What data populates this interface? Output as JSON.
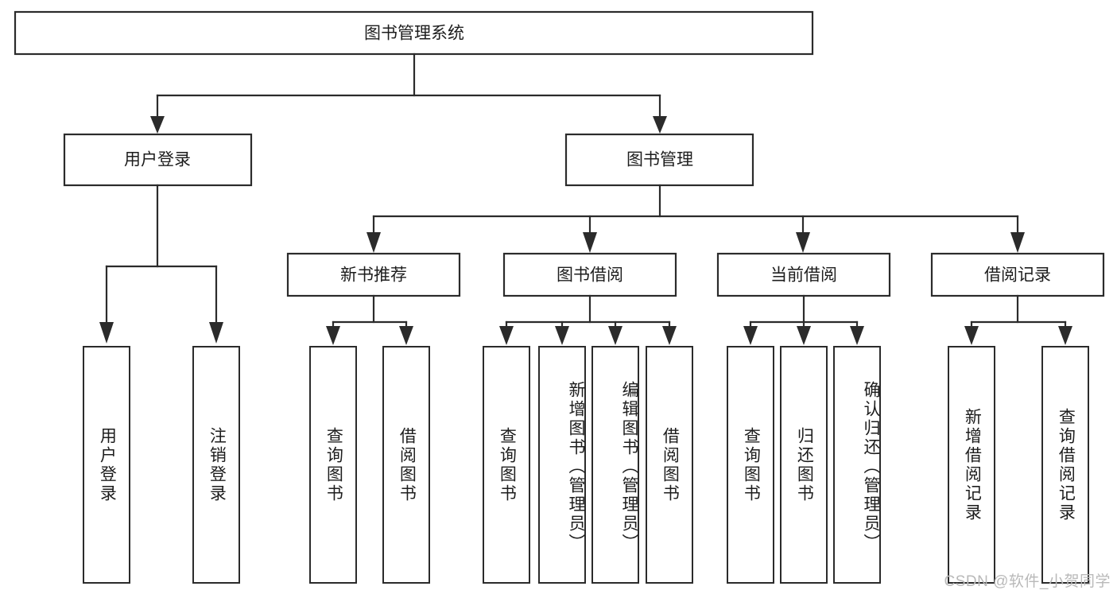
{
  "diagram": {
    "title": "图书管理系统",
    "type": "tree-hierarchy",
    "root": {
      "label": "图书管理系统"
    },
    "level2": [
      {
        "label": "用户登录"
      },
      {
        "label": "图书管理"
      }
    ],
    "level3": [
      {
        "label": "新书推荐"
      },
      {
        "label": "图书借阅"
      },
      {
        "label": "当前借阅"
      },
      {
        "label": "借阅记录"
      }
    ],
    "leaves": {
      "user_login": [
        {
          "label": "用户登录"
        },
        {
          "label": "注销登录"
        }
      ],
      "new_book_recommend": [
        {
          "label": "查询图书"
        },
        {
          "label": "借阅图书"
        }
      ],
      "book_borrow": [
        {
          "label": "查询图书"
        },
        {
          "label": "新增图书（管理员）"
        },
        {
          "label": "编辑图书（管理员）"
        },
        {
          "label": "借阅图书"
        }
      ],
      "current_borrow": [
        {
          "label": "查询图书"
        },
        {
          "label": "归还图书"
        },
        {
          "label": "确认归还（管理员）"
        }
      ],
      "borrow_record": [
        {
          "label": "新增借阅记录"
        },
        {
          "label": "查询借阅记录"
        }
      ]
    }
  },
  "watermark": {
    "text": "CSDN @软件_小贺同学"
  },
  "colors": {
    "stroke": "#2b2b2b",
    "fill": "#ffffff",
    "text": "#1d1d1d",
    "watermark": "#b9b9b9"
  }
}
